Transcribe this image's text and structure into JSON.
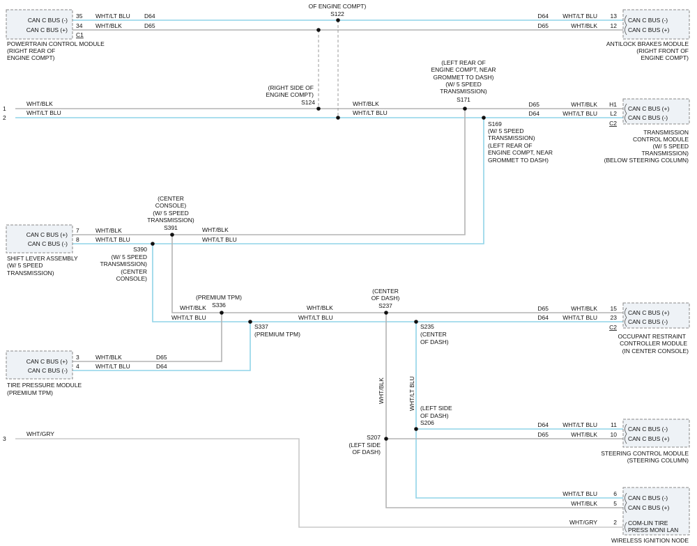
{
  "colors": {
    "wht": "#b4b4b4",
    "blu": "#8fd3e8",
    "gry": "#c8c8c8"
  },
  "modules": {
    "pcm": {
      "name": [
        "POWERTRAIN CONTROL MODULE",
        "(RIGHT REAR OF",
        "ENGINE COMPT)"
      ],
      "pins": [
        {
          "pin": "35",
          "label": "CAN C BUS (-)",
          "wire": "WHT/LT BLU",
          "circuit": "D64"
        },
        {
          "pin": "34",
          "label": "CAN C BUS (+)",
          "wire": "WHT/BLK",
          "circuit": "D65"
        }
      ],
      "connector": "C1"
    },
    "abs": {
      "name": [
        "ANTILOCK BRAKES MODULE",
        "(RIGHT FRONT OF",
        "ENGINE COMPT)"
      ],
      "pins": [
        {
          "pin": "13",
          "label": "CAN C BUS (-)",
          "wire": "WHT/LT BLU",
          "circuit": "D64"
        },
        {
          "pin": "12",
          "label": "CAN C BUS (+)",
          "wire": "WHT/BLK",
          "circuit": "D65"
        }
      ]
    },
    "tcm": {
      "name": [
        "TRANSMISSION",
        "CONTROL MODULE",
        "(W/ 5 SPEED",
        "TRANSMISSION)",
        "(BELOW STEERING COLUMN)"
      ],
      "pins": [
        {
          "pin": "H1",
          "label": "CAN C BUS (+)",
          "wire": "WHT/BLK",
          "circuit": "D65"
        },
        {
          "pin": "L2",
          "label": "CAN C BUS (-)",
          "wire": "WHT/LT BLU",
          "circuit": "D64"
        }
      ],
      "connector": "C2"
    },
    "shift": {
      "name": [
        "SHIFT LEVER ASSEMBLY",
        "(W/ 5 SPEED",
        "TRANSMISSION)"
      ],
      "pins": [
        {
          "pin": "7",
          "label": "CAN C BUS (+)",
          "wire": "WHT/BLK"
        },
        {
          "pin": "8",
          "label": "CAN C BUS (-)",
          "wire": "WHT/LT BLU"
        }
      ]
    },
    "ocm": {
      "name": [
        "OCCUPANT RESTRAINT",
        "CONTROLLER MODULE",
        "(IN CENTER CONSOLE)"
      ],
      "pins": [
        {
          "pin": "15",
          "label": "CAN C BUS (+)",
          "wire": "WHT/BLK",
          "circuit": "D65"
        },
        {
          "pin": "23",
          "label": "CAN C BUS (-)",
          "wire": "WHT/LT BLU",
          "circuit": "D64"
        }
      ],
      "connector": "C2"
    },
    "tpm": {
      "name": [
        "TIRE PRESSURE MODULE",
        "(PREMIUM TPM)"
      ],
      "pins": [
        {
          "pin": "3",
          "label": "CAN C BUS (+)",
          "wire": "WHT/BLK",
          "circuit": "D65"
        },
        {
          "pin": "4",
          "label": "CAN C BUS (-)",
          "wire": "WHT/LT BLU",
          "circuit": "D64"
        }
      ]
    },
    "scm": {
      "name": [
        "STEERING CONTROL MODULE",
        "(STEERING COLUMN)"
      ],
      "pins": [
        {
          "pin": "11",
          "label": "CAN C BUS (-)",
          "wire": "WHT/LT BLU",
          "circuit": "D64"
        },
        {
          "pin": "10",
          "label": "CAN C BUS (+)",
          "wire": "WHT/BLK",
          "circuit": "D65"
        }
      ]
    },
    "win": {
      "name": [
        "WIRELESS IGNITION NODE"
      ],
      "pins": [
        {
          "pin": "6",
          "label": "CAN C BUS (-)",
          "wire": "WHT/LT BLU"
        },
        {
          "pin": "5",
          "label": "CAN C BUS (+)",
          "wire": "WHT/BLK"
        },
        {
          "pin": "2",
          "label": "COM-LIN TIRE",
          "label2": "PRESS MONI LAN",
          "wire": "WHT/GRY"
        }
      ]
    }
  },
  "splices": {
    "s122": {
      "id": "S122",
      "loc": [
        "OF ENGINE COMPT)"
      ]
    },
    "s124": {
      "id": "S124",
      "loc": [
        "(RIGHT SIDE OF",
        "ENGINE COMPT)"
      ]
    },
    "s171": {
      "id": "S171",
      "loc": [
        "(LEFT REAR OF",
        "ENGINE COMPT, NEAR",
        "GROMMET TO DASH)",
        "(W/ 5 SPEED",
        "TRANSMISSION)"
      ]
    },
    "s169": {
      "id": "S169",
      "loc": [
        "(W/ 5 SPEED",
        "TRANSMISSION)",
        "(LEFT REAR OF",
        "ENGINE COMPT, NEAR",
        "GROMMET TO DASH)"
      ]
    },
    "s391": {
      "id": "S391",
      "loc": [
        "(CENTER",
        "CONSOLE)",
        "(W/ 5 SPEED",
        "TRANSMISSION)"
      ]
    },
    "s390": {
      "id": "S390",
      "loc": [
        "(W/ 5 SPEED",
        "TRANSMISSION)",
        "(CENTER",
        "CONSOLE)"
      ]
    },
    "s336": {
      "id": "S336",
      "loc": [
        "(PREMIUM TPM)"
      ]
    },
    "s337": {
      "id": "S337",
      "loc": [
        "(PREMIUM TPM)"
      ]
    },
    "s237": {
      "id": "S237",
      "loc": [
        "(CENTER",
        "OF DASH)"
      ]
    },
    "s235": {
      "id": "S235",
      "loc": [
        "(CENTER",
        "OF DASH)"
      ]
    },
    "s206": {
      "id": "S206",
      "loc": [
        "(LEFT SIDE",
        "OF DASH)"
      ]
    },
    "s207": {
      "id": "S207",
      "loc": [
        "(LEFT SIDE",
        "OF DASH)"
      ]
    }
  },
  "left_wires": [
    {
      "pin": "1",
      "wire": "WHT/BLK"
    },
    {
      "pin": "2",
      "wire": "WHT/LT BLU"
    },
    {
      "pin": "3",
      "wire": "WHT/GRY"
    }
  ],
  "labels": {
    "whtblk": "WHT/BLK",
    "whtltblu": "WHT/LT BLU",
    "d64": "D64",
    "d65": "D65",
    "vert_whtblk": "WHT/BLK",
    "vert_whtltblu": "WHT/LT BLU"
  }
}
